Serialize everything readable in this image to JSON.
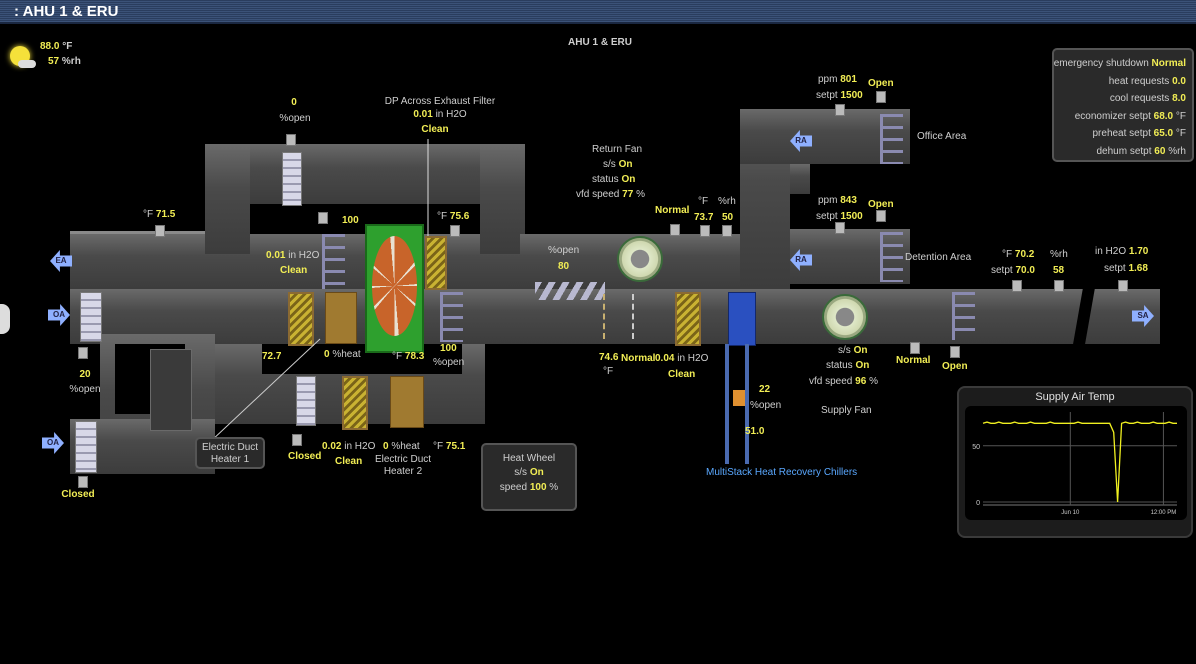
{
  "window": {
    "title": ": AHU 1 & ERU"
  },
  "page": {
    "title": "AHU 1 & ERU"
  },
  "weather": {
    "icon": "partly-sunny-icon",
    "temp": "88.0",
    "temp_unit": "°F",
    "rh": "57",
    "rh_unit": "%rh"
  },
  "status_panel": {
    "rows": [
      {
        "label": "emergency shutdown",
        "value": "Normal",
        "unit": ""
      },
      {
        "label": "heat requests",
        "value": "0.0",
        "unit": ""
      },
      {
        "label": "cool requests",
        "value": "8.0",
        "unit": ""
      },
      {
        "label": "economizer setpt",
        "value": "68.0",
        "unit": "°F"
      },
      {
        "label": "preheat setpt",
        "value": "65.0",
        "unit": "°F"
      },
      {
        "label": "dehum setpt",
        "value": "60",
        "unit": "%rh"
      }
    ]
  },
  "exhaust_damper": {
    "value": "0",
    "unit": "%open"
  },
  "dp_exhaust_filter": {
    "title": "DP Across Exhaust Filter",
    "value": "0.01",
    "unit": "in H2O",
    "status": "Clean"
  },
  "exhaust_air_temp": {
    "unit": "°F",
    "value": "71.5"
  },
  "bypass_damper_top": {
    "value": "100"
  },
  "exhaust_wheel_temp": {
    "unit": "°F",
    "value": "75.6"
  },
  "oa_filter_dp": {
    "value": "0.01",
    "unit": "in H2O",
    "status": "Clean"
  },
  "oa_damper": {
    "value": "20",
    "unit": "%open"
  },
  "oa_min_damper": {
    "status": "Closed"
  },
  "preheat_temp": {
    "value": "72.7"
  },
  "heater1_output": {
    "value": "0",
    "unit": "%heat"
  },
  "wheel_leaving_temp": {
    "unit": "°F",
    "value": "78.3"
  },
  "bypass_damper_bottom": {
    "value": "100",
    "unit": "%open"
  },
  "heater1_label": "Electric Duct Heater 1",
  "bypass_damper_lower": {
    "status": "Closed"
  },
  "lower_filter_dp": {
    "value": "0.02",
    "unit": "in H2O",
    "status": "Clean"
  },
  "heater2": {
    "value": "0",
    "unit": "%heat",
    "label": "Electric Duct Heater 2"
  },
  "lower_temp": {
    "unit": "°F",
    "value": "75.1"
  },
  "heat_wheel": {
    "title": "Heat Wheel",
    "ss_label": "s/s",
    "ss": "On",
    "speed_label": "speed",
    "speed": "100",
    "speed_unit": "%"
  },
  "return_fan": {
    "title": "Return Fan",
    "ss_label": "s/s",
    "ss": "On",
    "status_label": "status",
    "status": "On",
    "vfd_label": "vfd speed",
    "vfd": "77",
    "vfd_unit": "%"
  },
  "return_fan_dp": {
    "status": "Normal"
  },
  "return_air": {
    "temp_unit": "°F",
    "temp": "73.7",
    "rh_unit": "%rh",
    "rh": "50"
  },
  "recirc_damper": {
    "unit": "%open",
    "value": "80"
  },
  "mixed_temp": {
    "value": "74.6",
    "unit": "°F"
  },
  "freeze_stat": {
    "status": "Normal"
  },
  "final_filter_dp": {
    "value": "0.04",
    "unit": "in H2O",
    "status": "Clean"
  },
  "chw_valve": {
    "value": "22",
    "unit": "%open"
  },
  "chw_temp": {
    "value": "51.0"
  },
  "chillers_link": "MultiStack Heat Recovery Chillers",
  "supply_fan": {
    "title": "Supply Fan",
    "ss_label": "s/s",
    "ss": "On",
    "status_label": "status",
    "status": "On",
    "vfd_label": "vfd speed",
    "vfd": "96",
    "vfd_unit": "%"
  },
  "supply_fan_dp": {
    "status": "Normal"
  },
  "smoke_damper": {
    "status": "Open"
  },
  "office_area": {
    "label": "Office Area",
    "ppm_label": "ppm",
    "ppm": "801",
    "setpt_label": "setpt",
    "setpt": "1500",
    "damper": "Open"
  },
  "detention_area": {
    "label": "Detention Area",
    "ppm_label": "ppm",
    "ppm": "843",
    "setpt_label": "setpt",
    "setpt": "1500",
    "damper": "Open"
  },
  "supply_air": {
    "temp_unit": "°F",
    "temp": "70.2",
    "temp_setpt_label": "setpt",
    "temp_setpt": "70.0",
    "rh_unit": "%rh",
    "rh": "58",
    "sp_unit": "in H2O",
    "sp": "1.70",
    "sp_setpt_label": "setpt",
    "sp_setpt": "1.68"
  },
  "arrows": {
    "ea": "EA",
    "oa": "OA",
    "ra": "RA",
    "sa": "SA"
  },
  "chart_data": {
    "type": "line",
    "title": "Supply Air Temp",
    "x_ticks": [
      "Jun 10",
      "12:00 PM"
    ],
    "y_ticks": [
      0,
      50
    ],
    "ylim": [
      0,
      80
    ],
    "grid": true,
    "series": [
      {
        "name": "Supply Air Temp",
        "values": [
          70,
          71,
          70,
          70,
          71,
          70,
          70,
          70,
          71,
          70,
          70,
          70,
          71,
          70,
          70,
          70,
          70,
          71,
          70,
          70,
          70,
          70,
          70,
          70,
          71,
          70,
          70,
          70,
          70,
          70,
          70,
          70,
          70,
          62,
          0,
          70,
          71,
          70,
          70,
          71,
          70,
          70,
          70,
          71,
          70,
          70,
          70,
          71,
          70,
          70
        ]
      }
    ]
  }
}
